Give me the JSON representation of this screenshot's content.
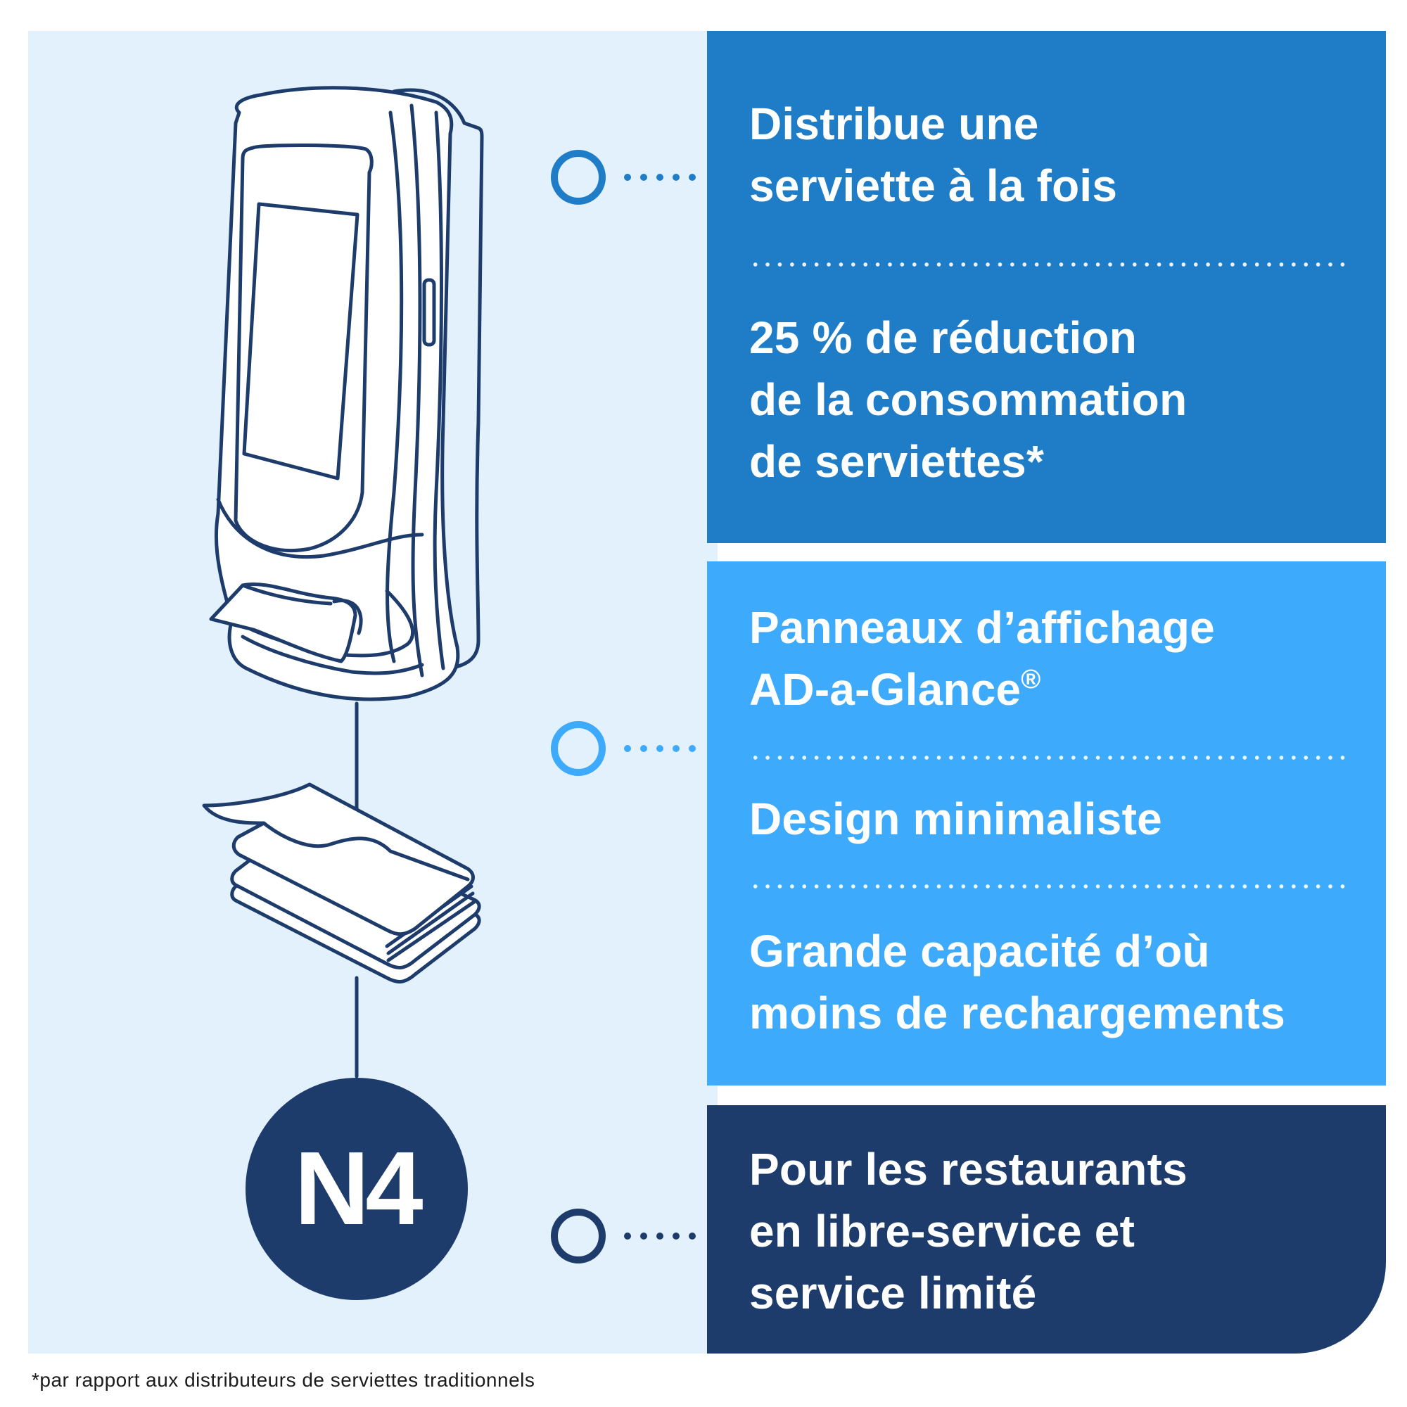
{
  "colors": {
    "background_light": "#e3f1fd",
    "blue_dark": "#1f7dc8",
    "blue_light": "#3eaafc",
    "navy": "#1e3c6b",
    "line_color": "#1e3c6b"
  },
  "badge": {
    "label": "N4"
  },
  "panels": [
    {
      "items": [
        "Distribue une\nserviette à la fois",
        "25 % de réduction\nde la consommation\nde serviettes*"
      ]
    },
    {
      "items": [
        {
          "text": "Panneaux d’affichage\nAD-a-Glance",
          "suffix": "®"
        },
        "Design minimaliste",
        "Grande capacité d’où\nmoins de rechargements"
      ]
    },
    {
      "items": [
        "Pour les restaurants\nen libre-service et\nservice limité"
      ]
    }
  ],
  "footnote": "*par rapport aux distributeurs de serviettes traditionnels",
  "icons": [
    "napkin-dispenser-illustration",
    "napkin-stack-illustration",
    "connector-circle-icon"
  ]
}
